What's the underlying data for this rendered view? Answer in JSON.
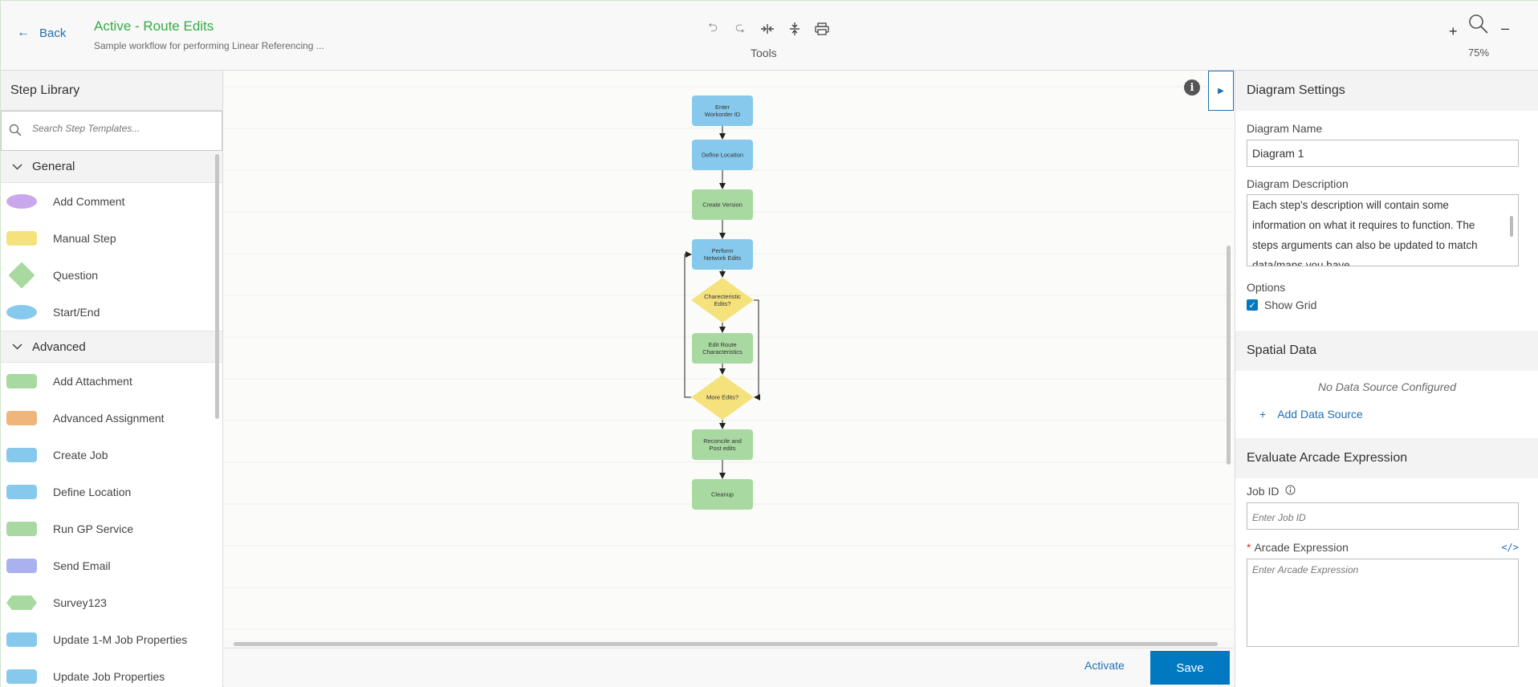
{
  "header": {
    "back_label": "Back",
    "title": "Active - Route Edits",
    "subtitle": "Sample workflow for performing Linear Referencing ...",
    "tools_label": "Tools",
    "tools": [
      "undo-icon",
      "redo-icon",
      "compress-horizontal-icon",
      "compress-vertical-icon",
      "print-icon"
    ],
    "zoom_plus": "+",
    "zoom_minus": "–",
    "zoom_level": "75%"
  },
  "step_library": {
    "title": "Step Library",
    "search_placeholder": "Search Step Templates...",
    "groups": [
      {
        "name": "General",
        "items": [
          {
            "label": "Add Comment",
            "shape": "ellipse",
            "color": "#c9a7ec"
          },
          {
            "label": "Manual Step",
            "shape": "rect",
            "color": "#f5e27d"
          },
          {
            "label": "Question",
            "shape": "diamond",
            "color": "#a8d9a0"
          },
          {
            "label": "Start/End",
            "shape": "ellipse",
            "color": "#86c9ec"
          }
        ]
      },
      {
        "name": "Advanced",
        "items": [
          {
            "label": "Add Attachment",
            "shape": "rect",
            "color": "#a8d9a0"
          },
          {
            "label": "Advanced Assignment",
            "shape": "rect",
            "color": "#efb57a"
          },
          {
            "label": "Create Job",
            "shape": "rect",
            "color": "#86c9ec"
          },
          {
            "label": "Define Location",
            "shape": "rect",
            "color": "#86c9ec"
          },
          {
            "label": "Run GP Service",
            "shape": "rect",
            "color": "#a8d9a0"
          },
          {
            "label": "Send Email",
            "shape": "rect",
            "color": "#a9b1ee"
          },
          {
            "label": "Survey123",
            "shape": "hex",
            "color": "#a8d9a0"
          },
          {
            "label": "Update 1-M Job Properties",
            "shape": "rect",
            "color": "#86c9ec"
          },
          {
            "label": "Update Job Properties",
            "shape": "rect",
            "color": "#86c9ec"
          }
        ]
      }
    ]
  },
  "diagram": {
    "steps": [
      {
        "label": "Enter\nWorkorder ID",
        "kind": "rect",
        "color": "#86c9ec"
      },
      {
        "label": "Define Location",
        "kind": "rect",
        "color": "#86c9ec"
      },
      {
        "label": "Create Version",
        "kind": "rect",
        "color": "#a8d9a0"
      },
      {
        "label": "Perform\nNetwork Edits",
        "kind": "rect",
        "color": "#86c9ec"
      },
      {
        "label": "Charecteristic\nEdits?",
        "kind": "diamond",
        "color": "#f5e27d"
      },
      {
        "label": "Edit Route\nCharacteristics",
        "kind": "rect",
        "color": "#a8d9a0"
      },
      {
        "label": "More Edits?",
        "kind": "diamond",
        "color": "#f5e27d"
      },
      {
        "label": "Reconcile and\nPost edits",
        "kind": "rect",
        "color": "#a8d9a0"
      },
      {
        "label": "Cleanup",
        "kind": "rect",
        "color": "#a8d9a0"
      }
    ]
  },
  "footer": {
    "activate_label": "Activate",
    "save_label": "Save"
  },
  "diagram_settings": {
    "title": "Diagram Settings",
    "name_label": "Diagram Name",
    "name_value": "Diagram 1",
    "description_label": "Diagram Description",
    "description_value": "Each step's description will contain some information on what it requires to function. The steps arguments can also be updated to match data/maps you have",
    "options_label": "Options",
    "show_grid_label": "Show Grid",
    "show_grid_checked": true
  },
  "spatial_data": {
    "title": "Spatial Data",
    "empty_text": "No Data Source Configured",
    "add_label": "Add Data Source"
  },
  "arcade": {
    "title": "Evaluate Arcade Expression",
    "job_id_label": "Job ID",
    "job_id_placeholder": "Enter Job ID",
    "expression_label": "Arcade Expression",
    "expression_placeholder": "Enter Arcade Expression"
  }
}
